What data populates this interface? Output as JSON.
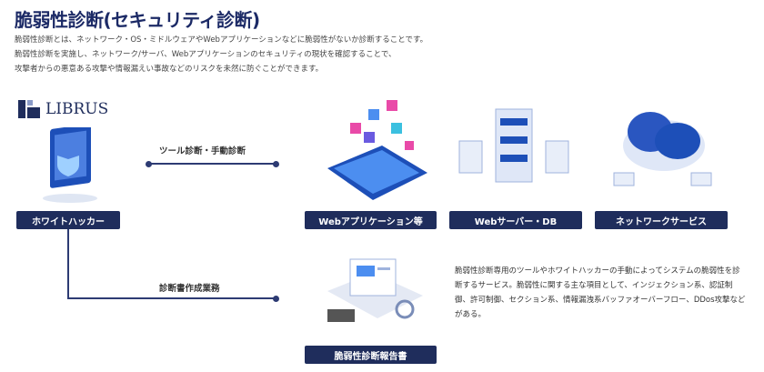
{
  "title": "脆弱性診断(セキュリティ診断)",
  "intro": [
    "脆弱性診断とは、ネットワーク・OS・ミドルウェアやWebアプリケーションなどに脆弱性がないか診断することです。",
    "脆弱性診断を実施し、ネットワーク/サーバ、Webアプリケーションのセキュリティの現状を確認することで、",
    "攻撃者からの悪意ある攻撃や情報漏えい事故などのリスクを未然に防ぐことができます。"
  ],
  "logo": "LIBRUS",
  "hacker_label": "ホワイトハッカー",
  "flow1_label": "ツール診断・手動診断",
  "flow2_label": "診断書作成業務",
  "targets": [
    "Webアプリケーション等",
    "Webサーバー・DB",
    "ネットワークサービス"
  ],
  "report_label": "脆弱性診断報告書",
  "description": "脆弱性診断専用のツールやホワイトハッカーの手動によってシステムの脆弱性を診断するサービス。脆弱性に関する主な項目として、インジェクション系、認証制御、許可制御、セクション系、情報漏洩系バッファオーバーフロー、DDos攻撃などがある。"
}
